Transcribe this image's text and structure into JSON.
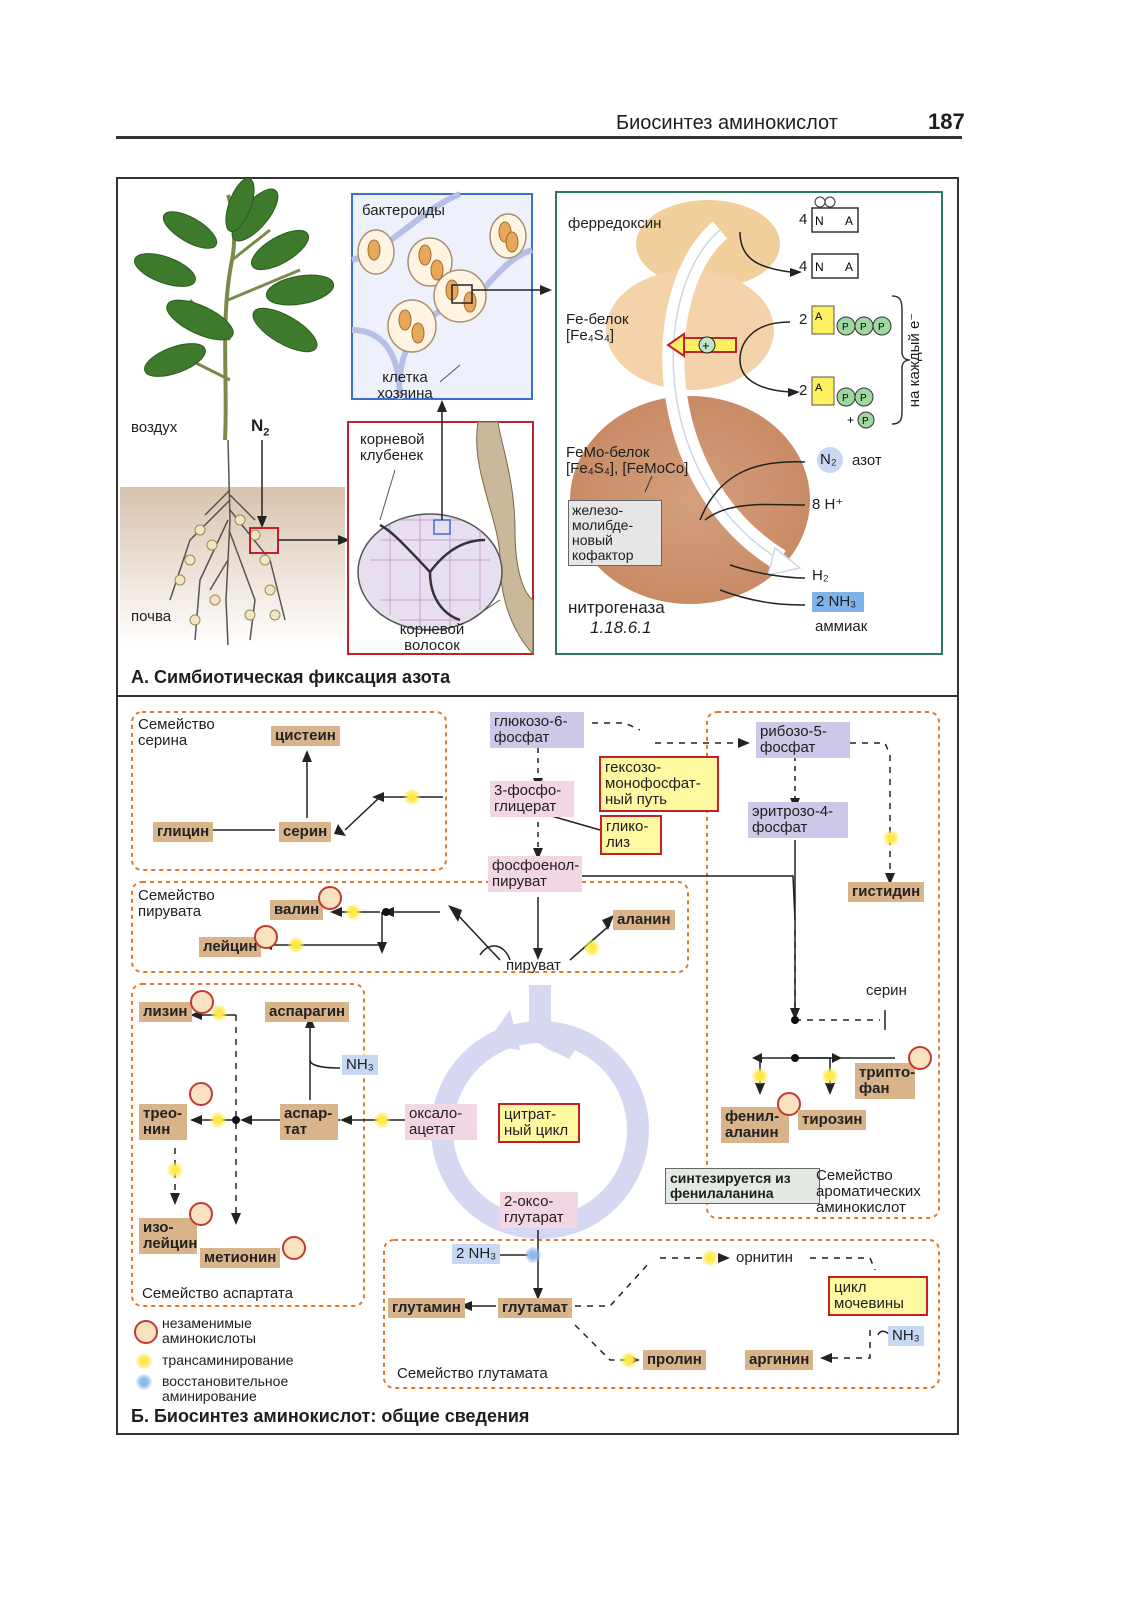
{
  "header": {
    "running_title": "Биосинтез аминокислот",
    "page_number": "187"
  },
  "panel_a": {
    "title": "А. Симбиотическая фиксация азота",
    "air": "воздух",
    "soil": "почва",
    "n2": "N",
    "n2_sub": "2",
    "bacteroids": "бактероиды",
    "host_cell": "клетка хозяина",
    "root_nodule": "корневой клубенек",
    "root_hair": "корневой волосок",
    "ferredoxin": "ферредоксин",
    "fe_protein_1": "Fe-белок",
    "fe_protein_2": "[Fe₄S₄]",
    "femo_protein_1": "FeMo-белок",
    "femo_protein_2": "[Fe₄S₄], [FeMoCo]",
    "cofactor": "железо-молибде-новый кофактор",
    "nitrogenase": "нитрогеназа",
    "ec_number": "1.18.6.1",
    "four_a": "4",
    "four_b": "4",
    "two_a": "2",
    "two_b": "2",
    "n2_azot": "N₂",
    "azot": "азот",
    "h_plus": "8 H⁺",
    "h2": "H₂",
    "nh3": "2 NH₃",
    "ammonia": "аммиак",
    "per_electron": "на каждый e⁻"
  },
  "panel_b": {
    "title": "Б. Биосинтез аминокислот: общие сведения",
    "serine_family": "Семейство серина",
    "cysteine": "цистеин",
    "glycine": "глицин",
    "serine": "серин",
    "glucose6p": "глюкозо-6-фосфат",
    "phosphoglycerate": "3-фосфо-глицерат",
    "pep": "фосфоенол-пируват",
    "hexose_path": "гексозо-монофосфат-ный путь",
    "glycolysis": "глико-лиз",
    "ribose5p": "рибозо-5-фосфат",
    "erythrose4p": "эритрозо-4-фосфат",
    "histidine": "гистидин",
    "pyruvate_family": "Семейство пирувата",
    "valine": "валин",
    "leucine": "лейцин",
    "alanine": "аланин",
    "pyruvate": "пируват",
    "serine_right": "серин",
    "lysine": "лизин",
    "asparagine": "аспарагин",
    "nh3_asn": "NH₃",
    "threonine": "трео-нин",
    "aspartate": "аспар-тат",
    "oxaloacetate": "оксало-ацетат",
    "citrate_cycle": "цитрат-ный цикл",
    "tryptophan": "трипто-фан",
    "phenylalanine": "фенил-аланин",
    "tyrosine": "тирозин",
    "synth_from_phe": "синтезируется из фенилаланина",
    "aromatic_family": "Семейство ароматических аминокислот",
    "isoleucine": "изо-лейцин",
    "methionine": "метионин",
    "aspartate_family": "Семейство аспартата",
    "oxoglutarate": "2-оксо-глутарат",
    "nh3_glu": "2 NH₃",
    "ornithine": "орнитин",
    "urea_cycle": "цикл мочевины",
    "glutamine": "глутамин",
    "glutamate": "глутамат",
    "nh3_arg": "NH₃",
    "proline": "пролин",
    "arginine": "аргинин",
    "glutamate_family": "Семейство глутамата",
    "legend_essential": "незаменимые аминокислоты",
    "legend_trans": "трансаминирование",
    "legend_redamin": "восстановительное аминирование"
  }
}
